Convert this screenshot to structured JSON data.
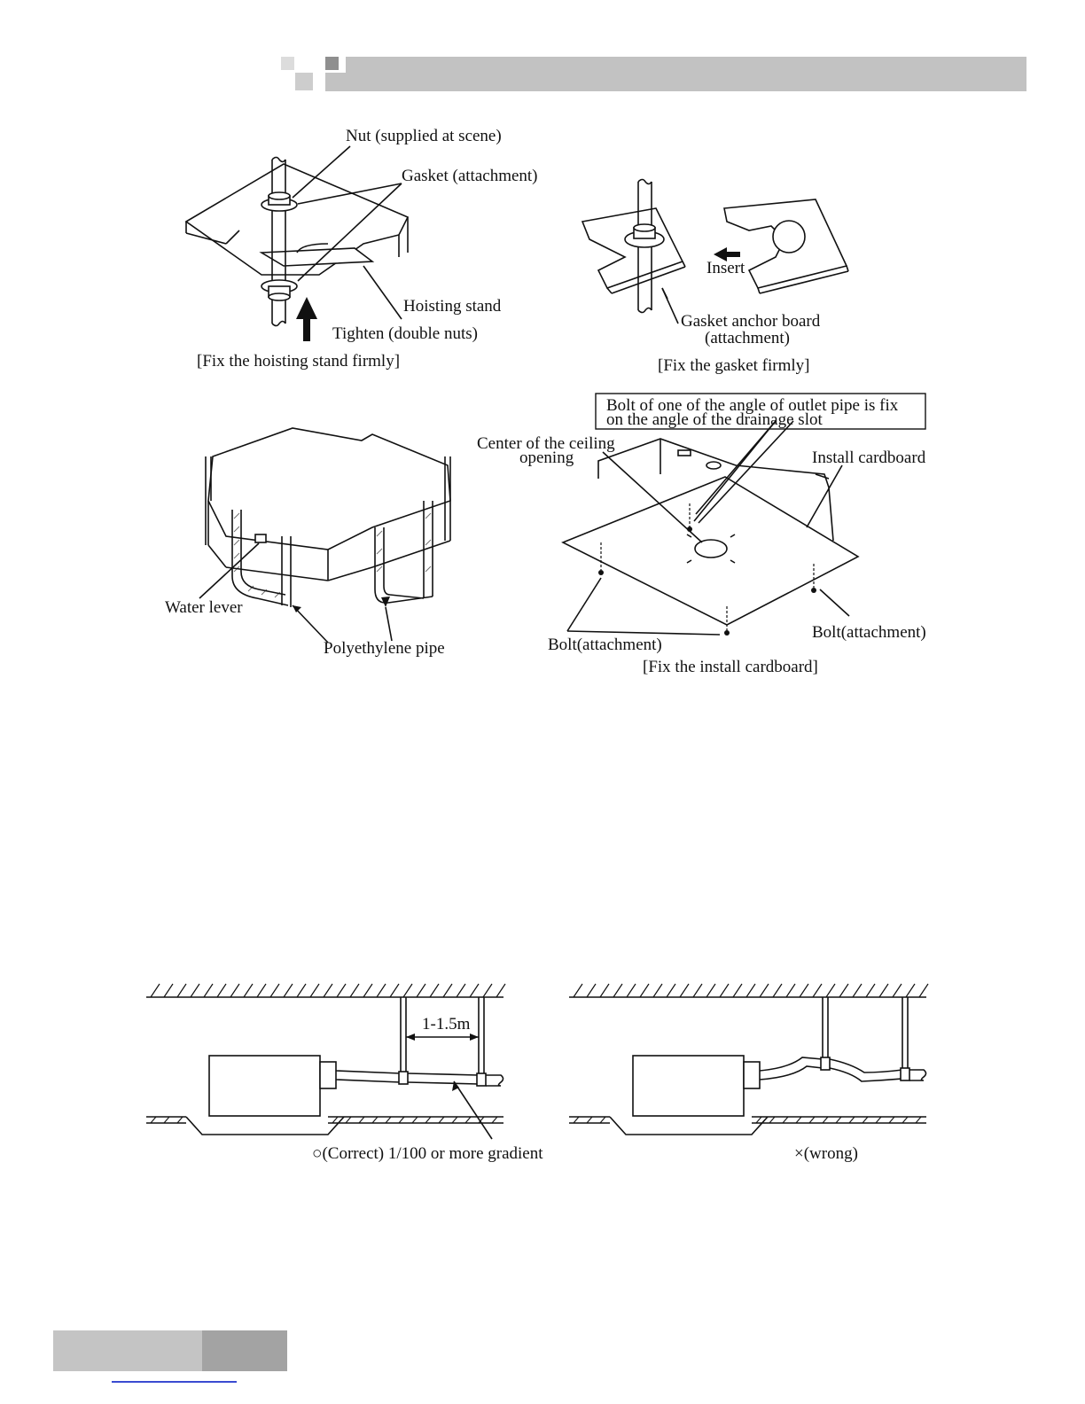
{
  "colors": {
    "header_bar": "#c2c2c2",
    "header_square_dark": "#8f8f8f",
    "header_square_light": "#dcdcdc",
    "footer_light": "#c4c4c4",
    "footer_dark": "#a3a3a3",
    "link_blue": "#3b4bd1",
    "ink": "#111111"
  },
  "fig1": {
    "nut": "Nut (supplied at scene)",
    "gasket": "Gasket (attachment)",
    "hoisting_stand": "Hoisting stand",
    "tighten": "Tighten (double nuts)",
    "caption": "[Fix the hoisting stand firmly]"
  },
  "fig2": {
    "insert": "Insert",
    "anchor_line1": "Gasket anchor board",
    "anchor_line2": "(attachment)",
    "caption": "[Fix the gasket firmly]"
  },
  "fig3": {
    "water_lever": "Water lever",
    "pipe": "Polyethylene pipe"
  },
  "fig4": {
    "note_line1": "Bolt of one of the angle of outlet pipe is fix",
    "note_line2": "on the angle of the drainage slot",
    "center_line1": "Center of the ceiling",
    "center_line2": "opening",
    "install": "Install cardboard",
    "bolt_left": "Bolt(attachment)",
    "bolt_right": "Bolt(attachment)",
    "caption": "[Fix the install cardboard]"
  },
  "fig5": {
    "span": "1-1.5m",
    "correct": "○(Correct) 1/100 or more gradient",
    "wrong": "×(wrong)"
  }
}
